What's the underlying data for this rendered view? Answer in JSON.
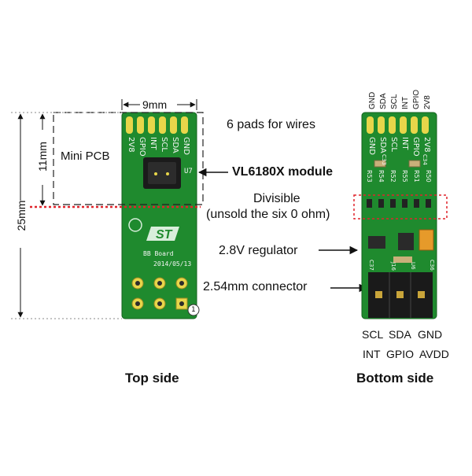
{
  "labels": {
    "width_dim": "9mm",
    "height_total": "25mm",
    "height_mini": "11mm",
    "mini_pcb": "Mini PCB",
    "pads_for_wires": "6 pads for wires",
    "module": "VL6180X module",
    "divisible": "Divisible",
    "divisible_note": "(unsold the six 0 ohm)",
    "regulator": "2.8V regulator",
    "connector": "2.54mm connector",
    "top_side": "Top side",
    "bottom_side": "Bottom side"
  },
  "bottom_pins_row1": [
    "SCL",
    "SDA",
    "GND"
  ],
  "bottom_pins_row2": [
    "INT",
    "GPIO",
    "AVDD"
  ],
  "bottom_pad_labels": [
    "GND",
    "SDA",
    "SCL",
    "INT",
    "GPIO",
    "2V8"
  ],
  "top_pad_labels": [
    "2V8",
    "GPIO",
    "INT",
    "SCL",
    "SDA",
    "GND"
  ],
  "silkscreen": {
    "u7": "U7",
    "bb_board": "BB Board",
    "date": "2014/05/13",
    "pin1": "1",
    "bottom_refs": [
      "R53",
      "R54",
      "R52",
      "R55",
      "R51",
      "R50"
    ],
    "caps": [
      "C33",
      "C34"
    ],
    "conn_refs": [
      "C37",
      "J16",
      "U6",
      "C36"
    ]
  },
  "colors": {
    "pcb": "#1f8a2e",
    "pcb_dark": "#166b22",
    "pad_gold": "#e8d64a",
    "divider_red": "#e0242b"
  }
}
